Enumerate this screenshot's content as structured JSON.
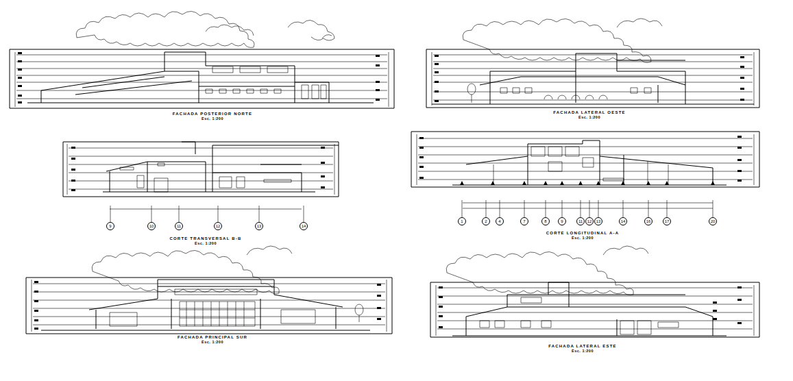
{
  "diagram": {
    "nodes": [
      {
        "text": [
          "9"
        ]
      },
      {
        "text": [
          "10"
        ]
      },
      {
        "text": [
          "11"
        ]
      },
      {
        "text": [
          "12"
        ]
      },
      {
        "text": [
          "13"
        ]
      },
      {
        "text": [
          "14"
        ]
      },
      {
        "text": [
          "1"
        ]
      },
      {
        "text": [
          "2"
        ]
      },
      {
        "text": [
          "4"
        ]
      },
      {
        "text": [
          "7"
        ]
      },
      {
        "text": [
          "8"
        ]
      },
      {
        "text": [
          "9"
        ]
      },
      {
        "text": [
          "11"
        ]
      },
      {
        "text": [
          "12"
        ]
      },
      {
        "text": [
          "13"
        ]
      },
      {
        "text": [
          "14"
        ]
      },
      {
        "text": [
          "16"
        ]
      },
      {
        "text": [
          "17"
        ]
      },
      {
        "text": [
          "20"
        ]
      }
    ],
    "labels": [
      "FACHADA POSTERIOR NORTE",
      "Esc. 1:200",
      "FACHADA LATERAL OESTE",
      "Esc. 1:200",
      "CORTE TRANSVERSAL B-B",
      "Esc. 1:200",
      "CORTE LONGITUDINAL A-A",
      "Esc. 1:200",
      "FACHADA PRINCIPAL SUR",
      "Esc. 1:200",
      "FACHADA LATERAL ESTE",
      "Esc. 1:200"
    ]
  }
}
